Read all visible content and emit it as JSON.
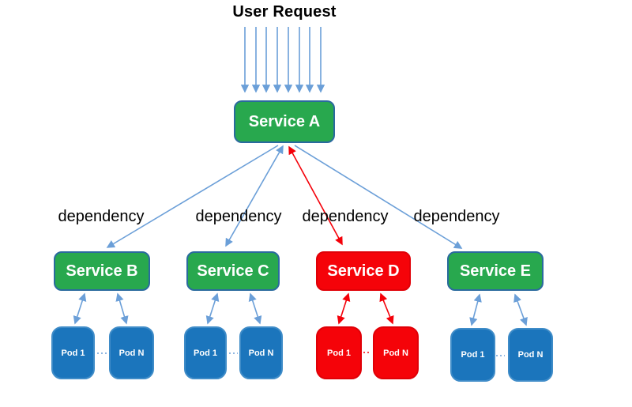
{
  "labels": {
    "user_request": "User Request",
    "dependency": [
      "dependency",
      "dependency",
      "dependency",
      "dependency"
    ]
  },
  "root_service": {
    "label": "Service A",
    "color": "green"
  },
  "services": [
    {
      "id": "b",
      "label": "Service B",
      "color": "green",
      "pods": [
        "Pod 1",
        "Pod N"
      ]
    },
    {
      "id": "c",
      "label": "Service C",
      "color": "green",
      "pods": [
        "Pod 1",
        "Pod N"
      ]
    },
    {
      "id": "d",
      "label": "Service D",
      "color": "red",
      "pods": [
        "Pod 1",
        "Pod N"
      ]
    },
    {
      "id": "e",
      "label": "Service E",
      "color": "green",
      "pods": [
        "Pod 1",
        "Pod N"
      ]
    }
  ],
  "incoming_request_arrow_count": 8,
  "colors": {
    "service_green": "#28a84e",
    "service_green_border": "#2a6a9e",
    "service_red": "#f50309",
    "service_red_border": "#e00007",
    "pod_blue": "#1b75bc",
    "pod_blue_border": "#3f8cc8",
    "arrow_blue": "#6b9fd8",
    "arrow_red": "#f40009",
    "label_text": "#000000"
  }
}
